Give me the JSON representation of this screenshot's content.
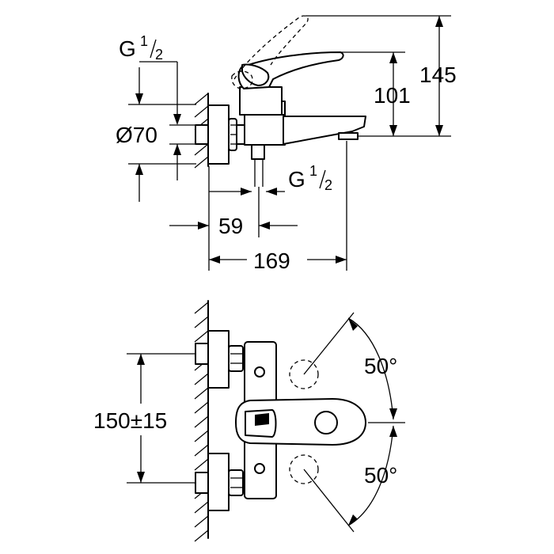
{
  "side_view": {
    "thread_top_label": "G",
    "thread_top_frac_num": "1",
    "thread_top_frac_den": "2",
    "diameter_label": "Ø70",
    "height_spout_label": "101",
    "height_total_label": "145",
    "thread_bottom_label": "G",
    "thread_bottom_frac_num": "1",
    "thread_bottom_frac_den": "2",
    "depth_outlet_label": "59",
    "depth_spout_label": "169"
  },
  "front_view": {
    "center_distance_label": "150±15",
    "angle_up_label": "50°",
    "angle_down_label": "50°"
  }
}
